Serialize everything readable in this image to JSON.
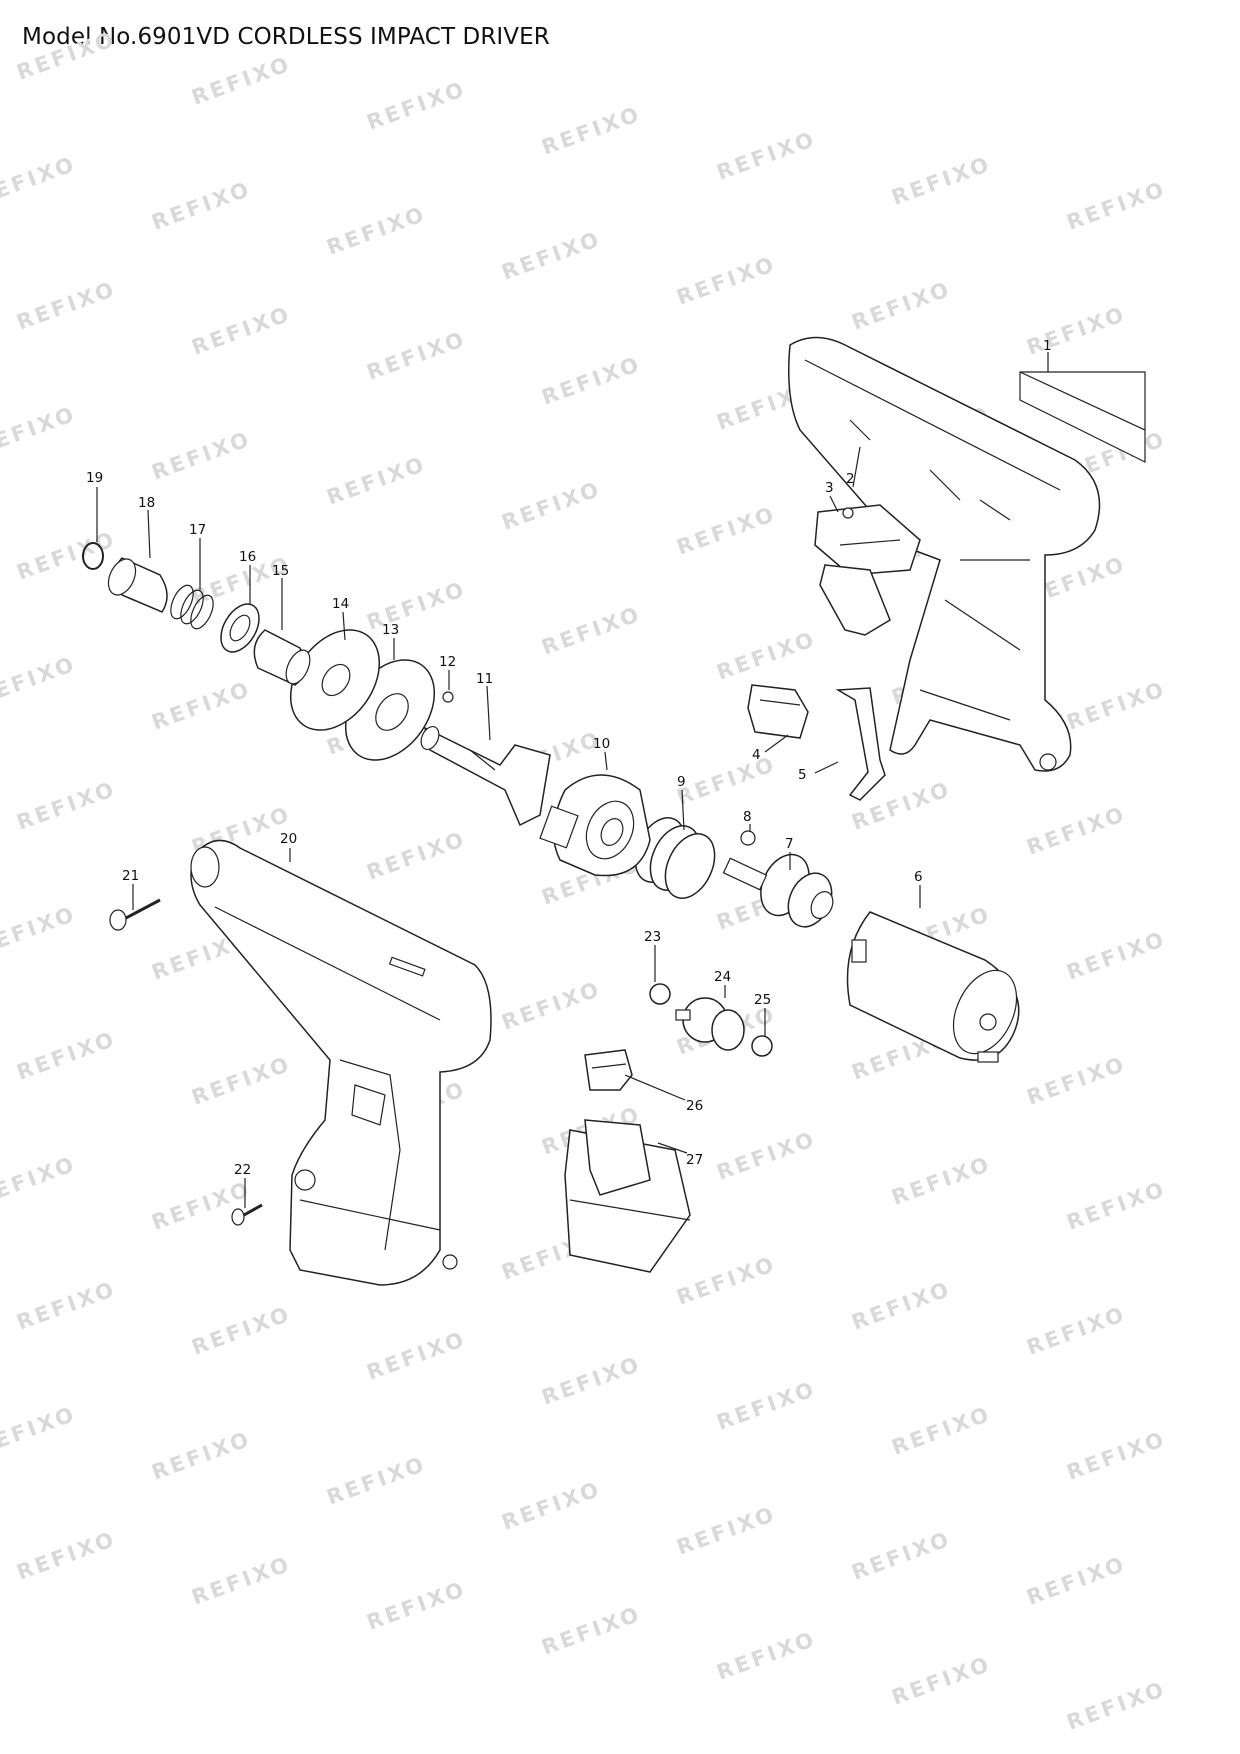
{
  "header": {
    "title": "Model No.6901VD CORDLESS IMPACT DRIVER"
  },
  "watermark": {
    "text": "REFIXO",
    "color": "#d9d9d9"
  },
  "callouts": [
    {
      "id": "1",
      "label": "1"
    },
    {
      "id": "2",
      "label": "2"
    },
    {
      "id": "3",
      "label": "3"
    },
    {
      "id": "4",
      "label": "4"
    },
    {
      "id": "5",
      "label": "5"
    },
    {
      "id": "6",
      "label": "6"
    },
    {
      "id": "7",
      "label": "7"
    },
    {
      "id": "8",
      "label": "8"
    },
    {
      "id": "9",
      "label": "9"
    },
    {
      "id": "10",
      "label": "10"
    },
    {
      "id": "11",
      "label": "11"
    },
    {
      "id": "12",
      "label": "12"
    },
    {
      "id": "13",
      "label": "13"
    },
    {
      "id": "14",
      "label": "14"
    },
    {
      "id": "15",
      "label": "15"
    },
    {
      "id": "16",
      "label": "16"
    },
    {
      "id": "17",
      "label": "17"
    },
    {
      "id": "18",
      "label": "18"
    },
    {
      "id": "19",
      "label": "19"
    },
    {
      "id": "20",
      "label": "20"
    },
    {
      "id": "21",
      "label": "21"
    },
    {
      "id": "22",
      "label": "22"
    },
    {
      "id": "23",
      "label": "23"
    },
    {
      "id": "24",
      "label": "24"
    },
    {
      "id": "25",
      "label": "25"
    },
    {
      "id": "26",
      "label": "26"
    },
    {
      "id": "27",
      "label": "27"
    }
  ]
}
